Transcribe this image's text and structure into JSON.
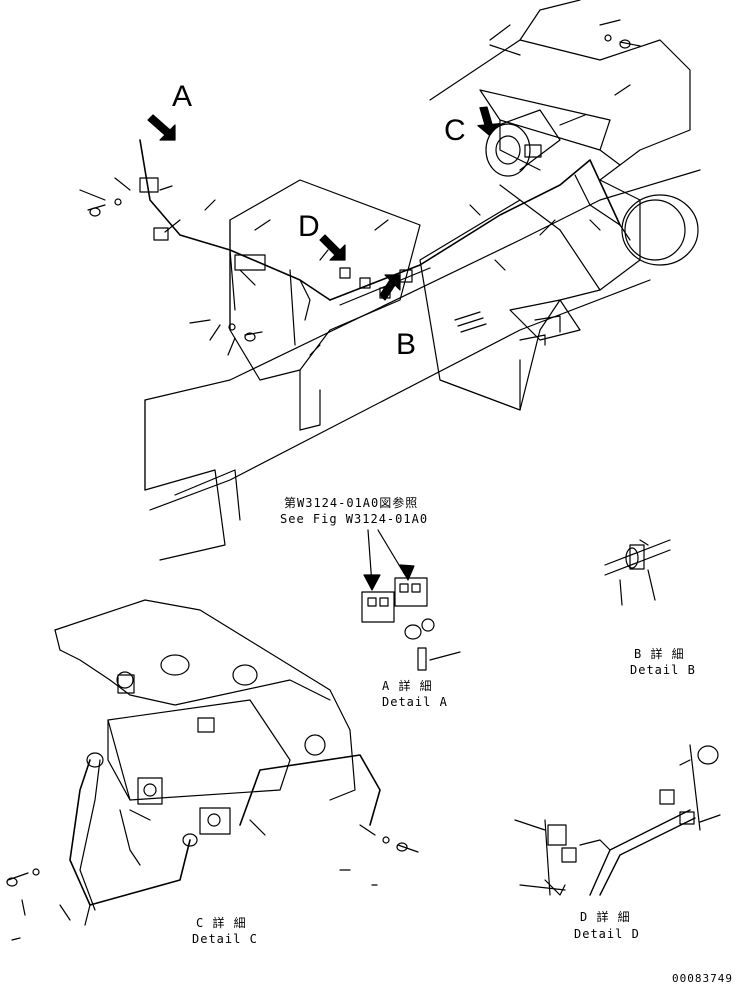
{
  "callouts": {
    "a": "A",
    "b": "B",
    "c": "C",
    "d": "D"
  },
  "reference": {
    "jp": "第W3124-01A0図参照",
    "en": "See Fig W3124-01A0"
  },
  "details": {
    "a": {
      "jp": "A 詳 細",
      "en": "Detail A"
    },
    "b": {
      "jp": "B 詳 細",
      "en": "Detail B"
    },
    "c": {
      "jp": "C 詳 細",
      "en": "Detail C"
    },
    "d": {
      "jp": "D 詳 細",
      "en": "Detail D"
    }
  },
  "drawing_number": "00083749"
}
